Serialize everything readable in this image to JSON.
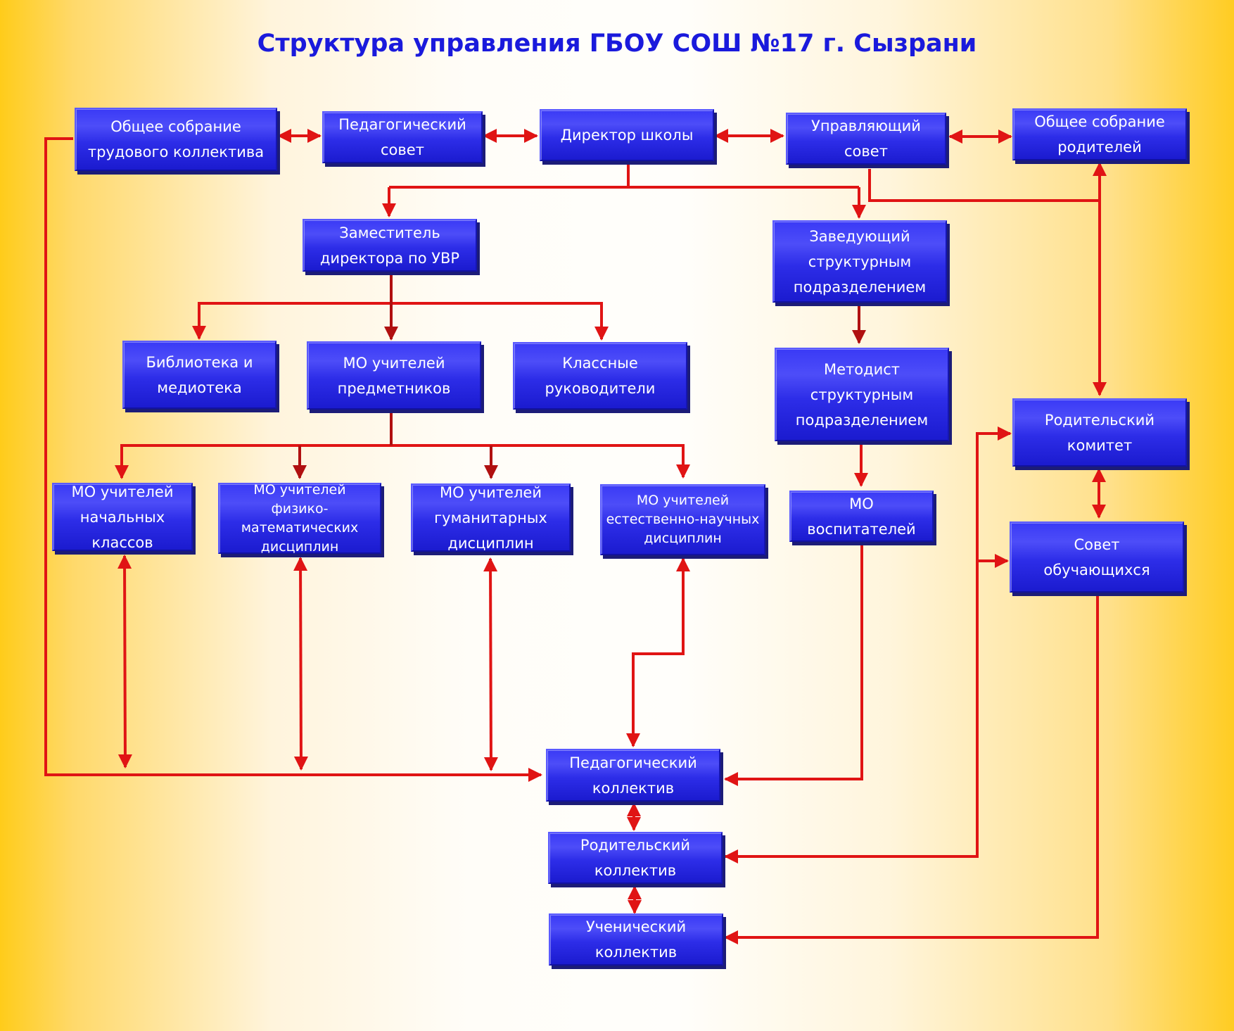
{
  "title": "Структура управления ГБОУ СОШ №17 г. Сызрани",
  "colors": {
    "box": "#2d2de8",
    "connector": "#e01414",
    "title": "#1a1adc",
    "background_edge": "#ffcc1a",
    "background_center": "#fffefb"
  },
  "nodes": {
    "general_meeting_staff": "Общее собрание\nтрудового коллектива",
    "pedagogical_council": "Педагогический\nсовет",
    "director": "Директор школы",
    "governing_council": "Управляющий\nсовет",
    "general_meeting_parents": "Общее собрание\nродителей",
    "deputy_uvr": "Заместитель\nдиректора по УВР",
    "head_structural": "Заведующий\nструктурным\nподразделением",
    "library": "Библиотека и\nмедиотека",
    "mo_subject": "МО учителей\nпредметников",
    "class_teachers": "Классные\nруководители",
    "methodist_structural": "Методист\nструктурным\nподразделением",
    "parent_committee": "Родительский\nкомитет",
    "mo_primary": "МО учителей\nначальных\nклассов",
    "mo_physmath": "МО учителей\nфизико-математических\nдисциплин",
    "mo_humanities": "МО учителей\nгуманитарных\nдисциплин",
    "mo_natural": "МО учителей\nестественно-научных\nдисциплин",
    "mo_educators": "МО\nвоспитателей",
    "student_council": "Совет\nобучающихся",
    "teaching_staff": "Педагогический\nколлектив",
    "parent_body": "Родительский\nколлектив",
    "student_body": "Ученический\nколлектив"
  }
}
